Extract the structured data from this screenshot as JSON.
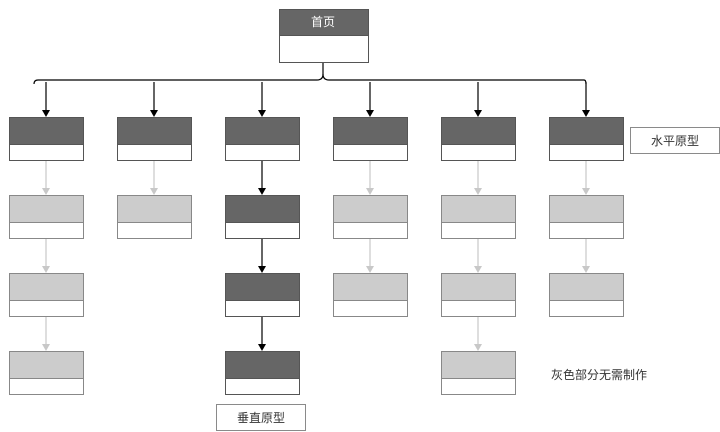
{
  "home": {
    "label": "首页"
  },
  "columns": [
    {
      "id": "col1",
      "level_states": [
        "active",
        "gray",
        "gray",
        "gray"
      ]
    },
    {
      "id": "col2",
      "level_states": [
        "active",
        "gray"
      ]
    },
    {
      "id": "col3",
      "level_states": [
        "active",
        "active",
        "active",
        "active"
      ]
    },
    {
      "id": "col4",
      "level_states": [
        "active",
        "gray",
        "gray"
      ]
    },
    {
      "id": "col5",
      "level_states": [
        "active",
        "gray",
        "gray",
        "gray"
      ]
    },
    {
      "id": "col6",
      "level_states": [
        "active",
        "gray",
        "gray"
      ]
    }
  ],
  "labels": {
    "horizontal": "水平原型",
    "vertical": "垂直原型",
    "note": "灰色部分无需制作"
  },
  "colors": {
    "active_header": "#666666",
    "gray_header": "#cccccc",
    "active_border": "#555555",
    "gray_border": "#888888",
    "active_arrow": "#000000",
    "gray_arrow": "#c8c8c8"
  }
}
